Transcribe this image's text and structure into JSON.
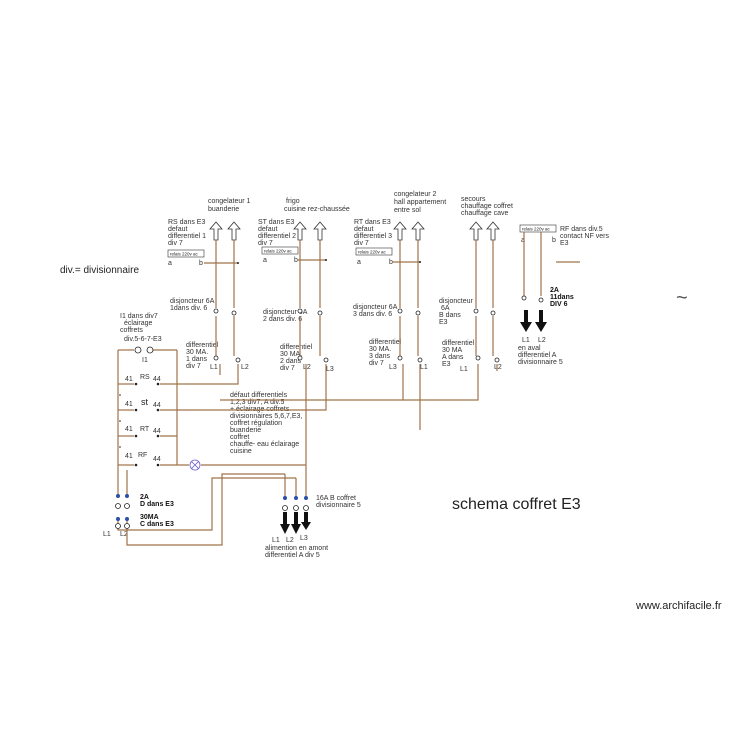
{
  "title": "schema coffret E3",
  "watermark": "www.archifacile.fr",
  "legend": "div.= divisionnaire",
  "loads": {
    "congelateur1": [
      "congelateur 1",
      "buanderie"
    ],
    "frigo": [
      "frigo",
      "cuisine rez-chaussée"
    ],
    "congelateur2": [
      "congelateur 2",
      "hall appartement",
      "entre sol"
    ],
    "secours": [
      "secours",
      "chauffage coffret",
      "chauffage cave"
    ]
  },
  "relays": {
    "rs": [
      "RS dans E3",
      "defaut",
      "differentiel 1",
      "div 7"
    ],
    "st": [
      "ST dans E3",
      "defaut",
      "differentiel 2",
      "div 7"
    ],
    "rt": [
      "RT dans E3",
      "defaut",
      "differentiel 3",
      "div 7"
    ],
    "rf": [
      "RF dans div.5",
      "contact NF  vers",
      "E3"
    ],
    "box_label": "relais 220v ac",
    "a": "a",
    "b": "b"
  },
  "breakers": {
    "d1": [
      "disjoncteur 6A",
      "1dans div. 6"
    ],
    "d2": [
      "disjoncteur 6A",
      "2 dans div. 6"
    ],
    "d3": [
      "disjoncteur 6A",
      "3 dans div. 6"
    ],
    "d4": [
      "disjoncteur",
      "6A",
      "B dans",
      "E3"
    ],
    "rf_breaker": [
      "2A",
      "11dans",
      "DIV 6"
    ]
  },
  "differentials": {
    "diff1": [
      "differentiel",
      "30 MA.",
      "1 dans",
      "div 7"
    ],
    "diff2": [
      "differentiel",
      "30 MA.",
      "2 dans",
      "div 7"
    ],
    "diff3": [
      "differentiel",
      "30 MA.",
      "3 dans",
      "div 7"
    ],
    "diffA": [
      "differentiel",
      "30 MA",
      "A dans",
      "E3"
    ]
  },
  "lines": {
    "L1": "L1",
    "L2": "L2",
    "L3": "L3"
  },
  "aval": [
    "en aval",
    "differentiel A",
    "divisionnaire  5"
  ],
  "lighting": [
    "I1 dans div7",
    "éclairage",
    " coffrets",
    "div.5-6-7-E3"
  ],
  "I1": "I1",
  "contacts": {
    "n41": "41",
    "n44": "44",
    "RS": "RS",
    "st": "st",
    "RT": "RT",
    "RF": "RF"
  },
  "defaut_note": [
    "défaut differentiels",
    "1,2,3 div7, A div.5",
    "+ éclairage coffrets",
    "divisionnaires 5,6,7,E3,",
    "coffret régulation",
    " buanderie",
    "coffret",
    " chauffe- eau éclairage",
    "cuisine"
  ],
  "main_d": [
    "2A",
    "D dans E3"
  ],
  "main_c": [
    "30MA",
    "C dans E3"
  ],
  "breaker16": [
    "16A B coffret",
    "divisionnaire 5"
  ],
  "alim": [
    "alimention en amont",
    "differentiel A div 5"
  ]
}
